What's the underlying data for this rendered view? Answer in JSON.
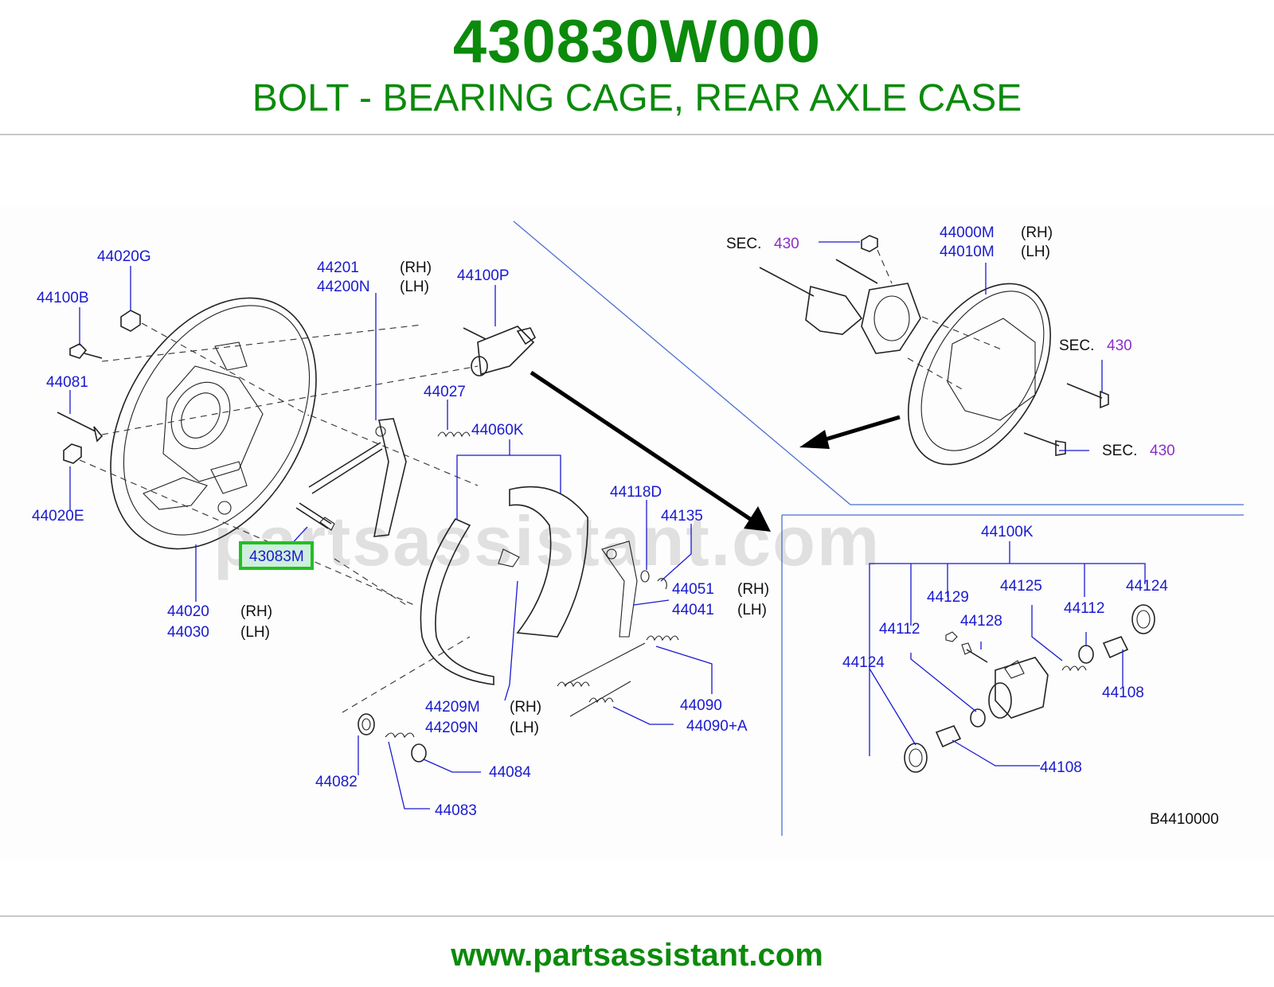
{
  "header": {
    "part_number": "430830W000",
    "description": "BOLT - BEARING CAGE, REAR AXLE CASE"
  },
  "diagram": {
    "watermark": "partsassistant.com",
    "highlighted_part": "43083M",
    "diagram_code": "B4410000",
    "sec_label": "SEC.",
    "sec_number": "430",
    "labels": {
      "p44020G": "44020G",
      "p44100B": "44100B",
      "p44081": "44081",
      "p44020E": "44020E",
      "p43083M": "43083M",
      "p44020": "44020",
      "p44030": "44030",
      "p44201": "44201",
      "p44200N": "44200N",
      "p44100P": "44100P",
      "p44027": "44027",
      "p44060K": "44060K",
      "p44118D": "44118D",
      "p44135": "44135",
      "p44051": "44051",
      "p44041": "44041",
      "p44209M": "44209M",
      "p44209N": "44209N",
      "p44090": "44090",
      "p44090A": "44090+A",
      "p44082": "44082",
      "p44083": "44083",
      "p44084": "44084",
      "p44000M": "44000M",
      "p44010M": "44010M",
      "p44100K": "44100K",
      "p44129": "44129",
      "p44125": "44125",
      "p44124a": "44124",
      "p44124b": "44124",
      "p44112a": "44112",
      "p44112b": "44112",
      "p44128": "44128",
      "p44108a": "44108",
      "p44108b": "44108"
    },
    "sides": {
      "rh": "(RH)",
      "lh": "(LH)"
    }
  },
  "footer": {
    "url": "www.partsassistant.com"
  }
}
